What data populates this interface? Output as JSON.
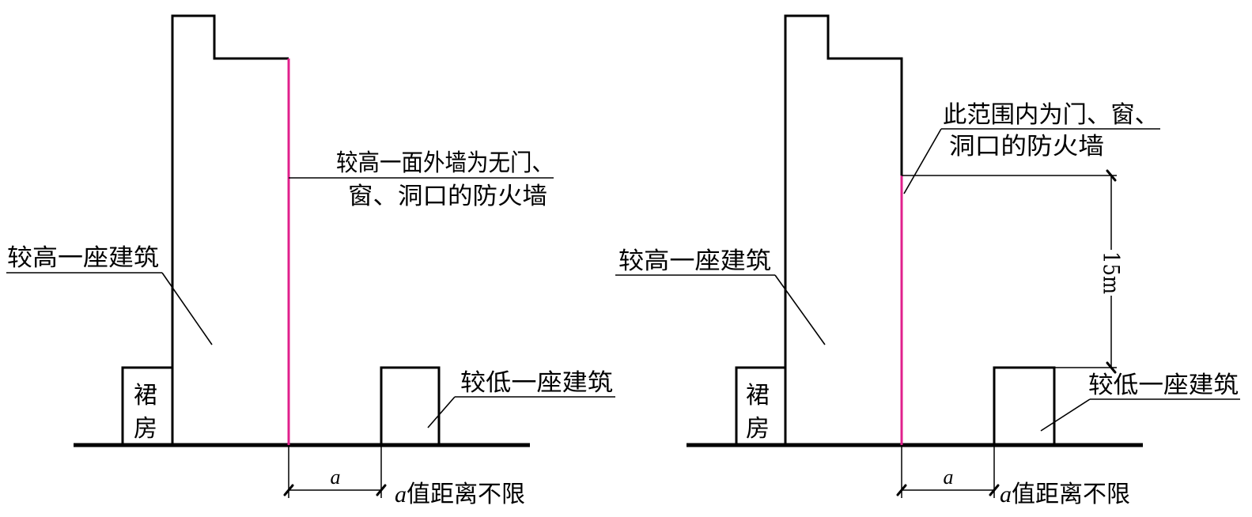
{
  "colors": {
    "fire_wall": "#e0208c",
    "outline": "#000000",
    "background": "#ffffff"
  },
  "left_diagram": {
    "firewall_label": [
      "较高一面外墙为无门、",
      "窗、洞口的防火墙"
    ],
    "taller_building_label": "较高一座建筑",
    "podium_label": [
      "裙",
      "房"
    ],
    "lower_building_label": "较低一座建筑",
    "dimension_label": "a",
    "distance_note": {
      "variable": "a",
      "text": "值距离不限"
    }
  },
  "right_diagram": {
    "firewall_label": [
      "此范围内为门、窗、",
      "洞口的防火墙"
    ],
    "taller_building_label": "较高一座建筑",
    "podium_label": [
      "裙",
      "房"
    ],
    "lower_building_label": "较低一座建筑",
    "height_dimension_label": "15m",
    "dimension_label": "a",
    "distance_note": {
      "variable": "a",
      "text": "值距离不限"
    }
  }
}
